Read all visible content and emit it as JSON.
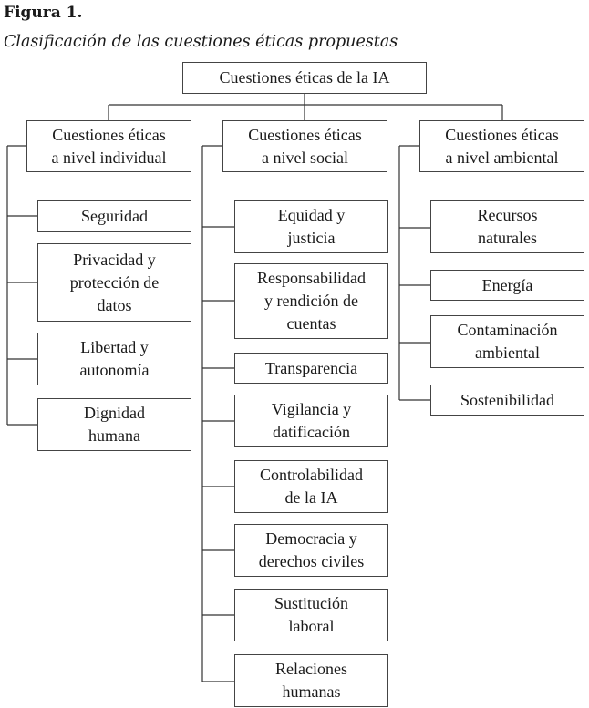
{
  "figure": {
    "label": "Figura 1.",
    "caption": "Clasificación de las cuestiones éticas propuestas"
  },
  "diagram": {
    "root": "Cuestiones éticas de la IA",
    "categories": [
      {
        "title": "Cuestiones éticas\na nivel individual",
        "items": [
          "Seguridad",
          "Privacidad y\nprotección de\ndatos",
          "Libertad y\nautonomía",
          "Dignidad\nhumana"
        ]
      },
      {
        "title": "Cuestiones éticas\na nivel social",
        "items": [
          "Equidad y\njusticia",
          "Responsabilidad\ny rendición de\ncuentas",
          "Transparencia",
          "Vigilancia y\ndatificación",
          "Controlabilidad\nde la IA",
          "Democracia y\nderechos civiles",
          "Sustitución\nlaboral",
          "Relaciones\nhumanas"
        ]
      },
      {
        "title": "Cuestiones éticas\na nivel ambiental",
        "items": [
          "Recursos\nnaturales",
          "Energía",
          "Contaminación\nambiental",
          "Sostenibilidad"
        ]
      }
    ]
  }
}
